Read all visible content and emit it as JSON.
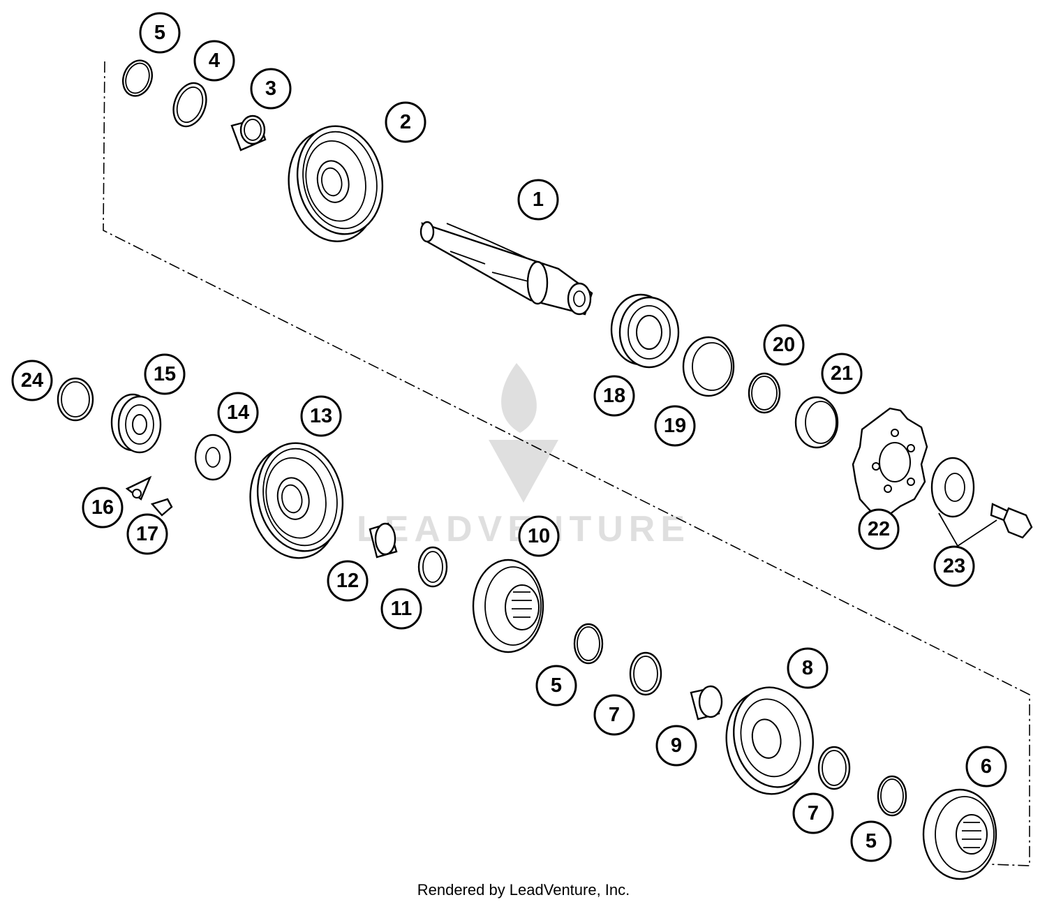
{
  "diagram": {
    "watermark_text": "LEADVENTURE",
    "footer_text": "Rendered by LeadVenture, Inc.",
    "callouts": [
      {
        "label": "1"
      },
      {
        "label": "2"
      },
      {
        "label": "3"
      },
      {
        "label": "4"
      },
      {
        "label": "5"
      },
      {
        "label": "5"
      },
      {
        "label": "5"
      },
      {
        "label": "6"
      },
      {
        "label": "7"
      },
      {
        "label": "7"
      },
      {
        "label": "8"
      },
      {
        "label": "9"
      },
      {
        "label": "10"
      },
      {
        "label": "11"
      },
      {
        "label": "12"
      },
      {
        "label": "13"
      },
      {
        "label": "14"
      },
      {
        "label": "15"
      },
      {
        "label": "16"
      },
      {
        "label": "17"
      },
      {
        "label": "18"
      },
      {
        "label": "19"
      },
      {
        "label": "20"
      },
      {
        "label": "21"
      },
      {
        "label": "22"
      },
      {
        "label": "23"
      },
      {
        "label": "24"
      }
    ]
  }
}
